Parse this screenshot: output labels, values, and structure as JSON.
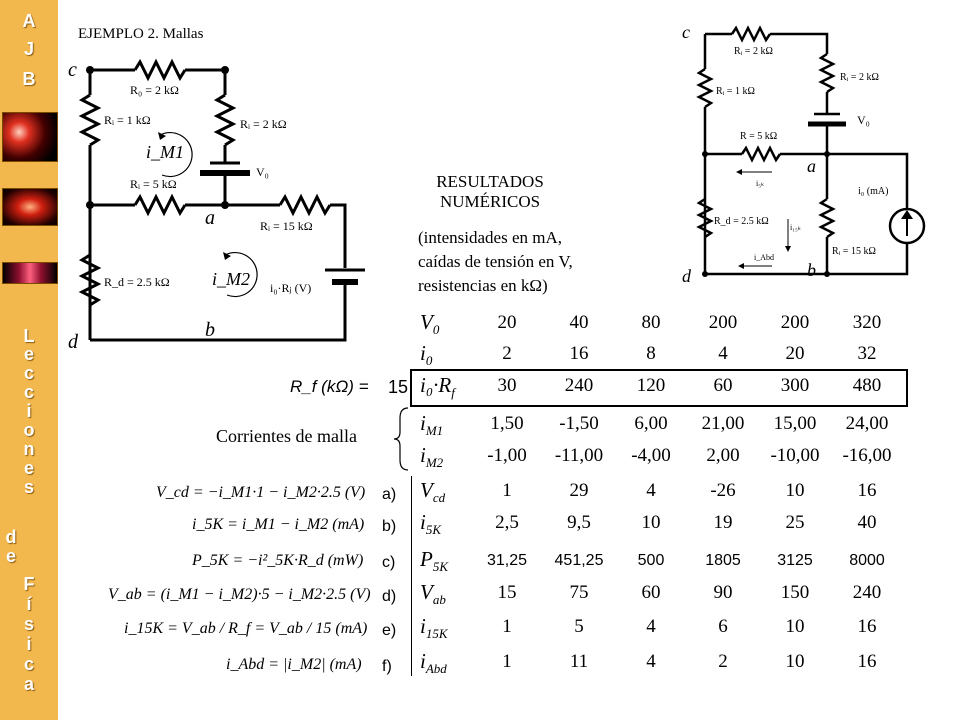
{
  "sidebar": {
    "top_letters": [
      "A",
      "J",
      "B"
    ],
    "letters": [
      "L",
      "e",
      "c",
      "c",
      "i",
      "o",
      "n",
      "e",
      "s",
      "d",
      "e",
      "F",
      "í",
      "s",
      "i",
      "c",
      "a"
    ]
  },
  "title": "EJEMPLO 2. Mallas",
  "results_heading": [
    "RESULTADOS",
    "NUMÉRICOS"
  ],
  "units_note": [
    "(intensidades en mA,",
    "caídas de tensión en V,",
    "resistencias en kΩ)"
  ],
  "rf_label": "R_f (kΩ) =",
  "rf_value": "15",
  "mesh_label": "Corrientes de malla",
  "circuit_left": {
    "nodes": {
      "c": "c",
      "a": "a",
      "b": "b",
      "d": "d"
    },
    "r0": "R₀ = 2 kΩ",
    "r1": "Rᵢ = 1 kΩ",
    "r2": "Rᵢ = 2 kΩ",
    "r5": "Rᵢ = 5 kΩ",
    "r15": "Rᵢ = 15 kΩ",
    "rd": "R_d = 2.5 kΩ",
    "v0": "V₀",
    "source": "i₀·Rⱼ (V)",
    "mesh1": "i_M1",
    "mesh2": "i_M2"
  },
  "circuit_right": {
    "nodes": {
      "c": "c",
      "a": "a",
      "b": "b",
      "d": "d"
    },
    "r_top": "Rᵢ = 2 kΩ",
    "r_top_right": "Rᵢ = 2 kΩ",
    "r_left": "Rᵢ = 1 kΩ",
    "r_mid": "R = 5 kΩ",
    "r_d": "R_d = 2.5 kΩ",
    "r_15": "Rᵢ = 15 kΩ",
    "v0": "V₀",
    "i0": "i₀ (mA)",
    "i5k": "i₅ₖ",
    "i15k": "i₁₅ₖ",
    "iabd": "i_Abd"
  },
  "table": {
    "rows": [
      {
        "label": "V",
        "sub": "0",
        "values": [
          "20",
          "40",
          "80",
          "200",
          "200",
          "320"
        ]
      },
      {
        "label": "i",
        "sub": "0",
        "values": [
          "2",
          "16",
          "8",
          "4",
          "20",
          "32"
        ]
      },
      {
        "label": "i₀·R",
        "sub": "f",
        "values": [
          "30",
          "240",
          "120",
          "60",
          "300",
          "480"
        ]
      },
      {
        "label": "i",
        "sub": "M1",
        "values": [
          "1,50",
          "-1,50",
          "6,00",
          "21,00",
          "15,00",
          "24,00"
        ]
      },
      {
        "label": "i",
        "sub": "M2",
        "values": [
          "-1,00",
          "-11,00",
          "-4,00",
          "2,00",
          "-10,00",
          "-16,00"
        ]
      },
      {
        "label": "V",
        "sub": "cd",
        "values": [
          "1",
          "29",
          "4",
          "-26",
          "10",
          "16"
        ]
      },
      {
        "label": "i",
        "sub": "5K",
        "values": [
          "2,5",
          "9,5",
          "10",
          "19",
          "25",
          "40"
        ]
      },
      {
        "label": "P",
        "sub": "5K",
        "values": [
          "31,25",
          "451,25",
          "500",
          "1805",
          "3125",
          "8000"
        ]
      },
      {
        "label": "V",
        "sub": "ab",
        "values": [
          "15",
          "75",
          "60",
          "90",
          "150",
          "240"
        ]
      },
      {
        "label": "i",
        "sub": "15K",
        "values": [
          "1",
          "5",
          "4",
          "6",
          "10",
          "16"
        ]
      },
      {
        "label": "i",
        "sub": "Abd",
        "values": [
          "1",
          "11",
          "4",
          "2",
          "10",
          "16"
        ]
      }
    ]
  },
  "equations": [
    {
      "opt": "a)",
      "text": "V_cd = −i_M1·1 − i_M2·2.5 (V)"
    },
    {
      "opt": "b)",
      "text": "i_5K = i_M1 − i_M2 (mA)"
    },
    {
      "opt": "c)",
      "text": "P_5K = −i²_5K·R_d (mW)"
    },
    {
      "opt": "d)",
      "text": "V_ab = (i_M1 − i_M2)·5 − i_M2·2.5 (V)"
    },
    {
      "opt": "e)",
      "text": "i_15K = V_ab / R_f = V_ab / 15 (mA)"
    },
    {
      "opt": "f)",
      "text": "i_Abd = |i_M2| (mA)"
    }
  ]
}
